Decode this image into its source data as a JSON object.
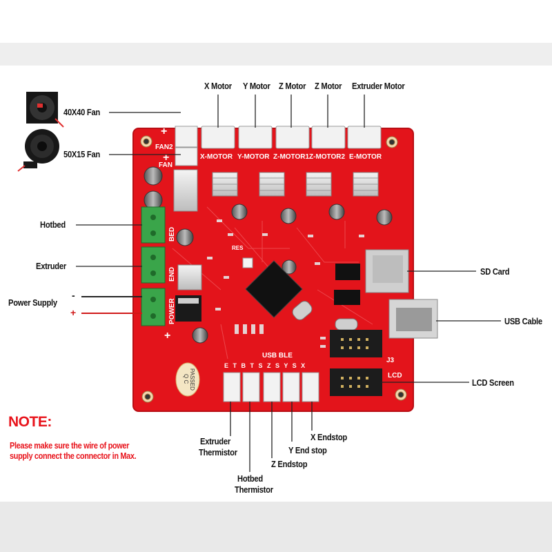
{
  "labels": {
    "x_motor": "X Motor",
    "y_motor": "Y Motor",
    "z_motor_1": "Z Motor",
    "z_motor_2": "Z Motor",
    "extruder_motor": "Extruder Motor",
    "fan_40": "40X40 Fan",
    "fan_50": "50X15 Fan",
    "hotbed": "Hotbed",
    "extruder": "Extruder",
    "power_supply": "Power Supply",
    "minus": "-",
    "plus": "+",
    "sd_card": "SD Card",
    "usb_cable": "USB Cable",
    "lcd_screen": "LCD Screen",
    "extruder_thermistor_1": "Extruder",
    "extruder_thermistor_2": "Thermistor",
    "hotbed_thermistor_1": "Hotbed",
    "hotbed_thermistor_2": "Thermistor",
    "z_endstop": "Z Endstop",
    "y_endstop": "Y End stop",
    "x_endstop": "X Endstop"
  },
  "board": {
    "silk_fan2": "FAN2",
    "silk_fan": "FAN",
    "silk_x_motor": "X-MOTOR",
    "silk_y_motor": "Y-MOTOR",
    "silk_z_motor1": "Z-MOTOR1",
    "silk_z_motor2": "Z-MOTOR2",
    "silk_e_motor": "E-MOTOR",
    "silk_bed": "BED",
    "silk_end": "END",
    "silk_power": "POWER",
    "silk_usb_ble": "USB BLE",
    "silk_j3": "J3",
    "silk_lcd": "LCD",
    "silk_res": "RES",
    "silk_endstop_row": "E T B T S Z S Y S X",
    "qc_stamp_1": "Q C",
    "qc_stamp_2": "PASSED",
    "board_color": "#e3141b"
  },
  "note": {
    "title": "NOTE:",
    "line1": "Please make sure the wire of power",
    "line2": "supply connect the connector in Max."
  },
  "colors": {
    "note": "#e8141c",
    "pcb": "#e3141b",
    "terminal": "#3aa54a"
  }
}
